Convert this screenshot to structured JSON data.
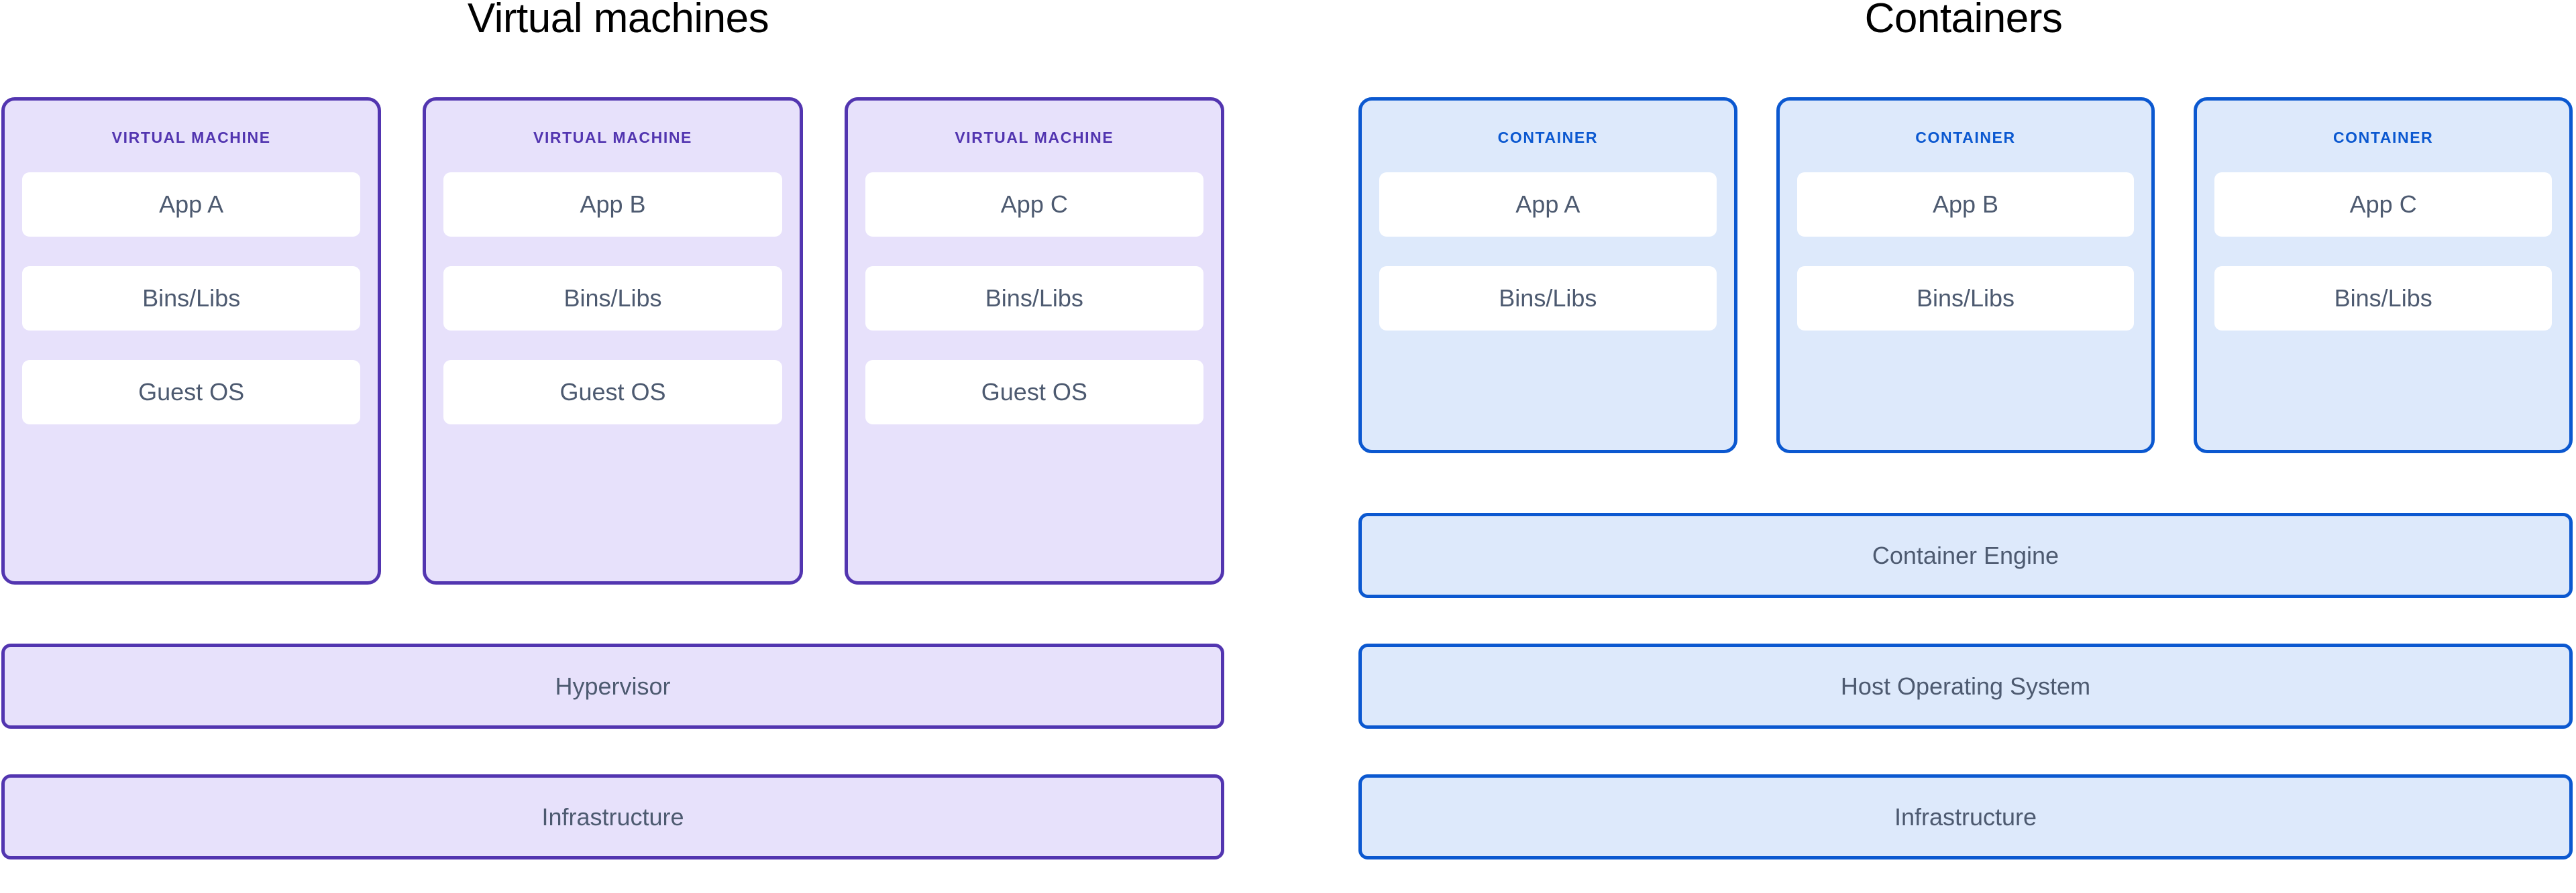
{
  "diagram": {
    "title_left": "Virtual machines",
    "title_right": "Containers",
    "colors": {
      "vm_border": "#5235B0",
      "vm_fill": "#E7E1FB",
      "vm_label_text": "#5235B0",
      "container_border": "#0B58D0",
      "container_fill": "#DDE9FB",
      "container_label_text": "#0B58D0",
      "tile_fill": "#FFFFFF",
      "body_text": "#4D5A70",
      "title_text": "#000000",
      "page_background": "#FFFFFF"
    }
  },
  "virtual_machines": {
    "title": "Virtual machines",
    "cards": [
      {
        "label": "VIRTUAL MACHINE",
        "tiles": [
          "App A",
          "Bins/Libs",
          "Guest OS"
        ]
      },
      {
        "label": "VIRTUAL MACHINE",
        "tiles": [
          "App B",
          "Bins/Libs",
          "Guest OS"
        ]
      },
      {
        "label": "VIRTUAL MACHINE",
        "tiles": [
          "App C",
          "Bins/Libs",
          "Guest OS"
        ]
      }
    ],
    "stack_bars": [
      "Hypervisor",
      "Infrastructure"
    ]
  },
  "containers": {
    "title": "Containers",
    "cards": [
      {
        "label": "CONTAINER",
        "tiles": [
          "App A",
          "Bins/Libs"
        ]
      },
      {
        "label": "CONTAINER",
        "tiles": [
          "App B",
          "Bins/Libs"
        ]
      },
      {
        "label": "CONTAINER",
        "tiles": [
          "App C",
          "Bins/Libs"
        ]
      }
    ],
    "stack_bars": [
      "Container Engine",
      "Host Operating System",
      "Infrastructure"
    ]
  }
}
